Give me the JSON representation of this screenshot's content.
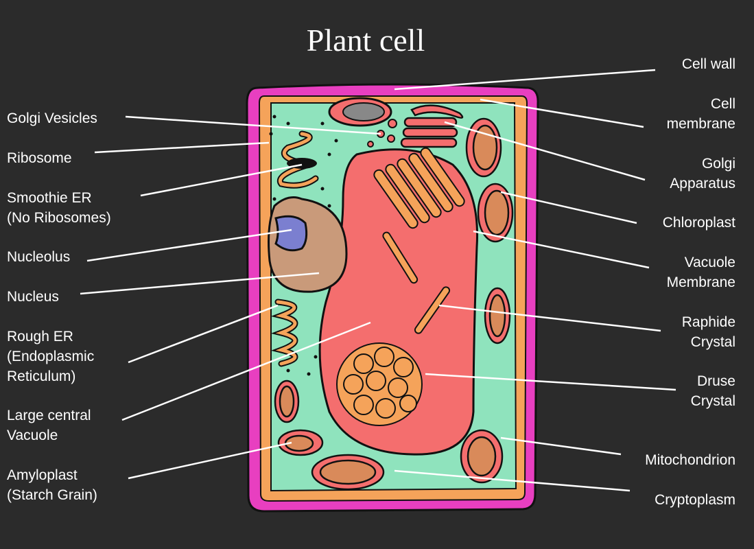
{
  "title": "Plant cell",
  "colors": {
    "background": "#2b2b2b",
    "cell_wall": "#e83fc0",
    "cell_membrane": "#f5a35a",
    "cytoplasm": "#8fe3bd",
    "vacuole": "#f46e6e",
    "nucleus": "#c99a7a",
    "nucleolus": "#7b7fd0",
    "chloroplast": "#d98a5a"
  },
  "labels_left": [
    {
      "lines": [
        "Golgi Vesicles"
      ]
    },
    {
      "lines": [
        "Ribosome"
      ]
    },
    {
      "lines": [
        "Smoothie ER",
        "(No Ribosomes)"
      ]
    },
    {
      "lines": [
        "Nucleolus"
      ]
    },
    {
      "lines": [
        "Nucleus"
      ]
    },
    {
      "lines": [
        "Rough ER",
        "(Endoplasmic",
        "Reticulum)"
      ]
    },
    {
      "lines": [
        "Large central",
        "Vacuole"
      ]
    },
    {
      "lines": [
        "Amyloplast",
        "(Starch Grain)"
      ]
    }
  ],
  "labels_right": [
    {
      "lines": [
        "Cell wall"
      ]
    },
    {
      "lines": [
        "Cell",
        "membrane"
      ]
    },
    {
      "lines": [
        "Golgi",
        "Apparatus"
      ]
    },
    {
      "lines": [
        "Chloroplast"
      ]
    },
    {
      "lines": [
        "Vacuole",
        "Membrane"
      ]
    },
    {
      "lines": [
        "Raphide",
        "Crystal"
      ]
    },
    {
      "lines": [
        "Druse",
        "Crystal"
      ]
    },
    {
      "lines": [
        "Mitochondrion"
      ]
    },
    {
      "lines": [
        "Cryptoplasm"
      ]
    }
  ]
}
